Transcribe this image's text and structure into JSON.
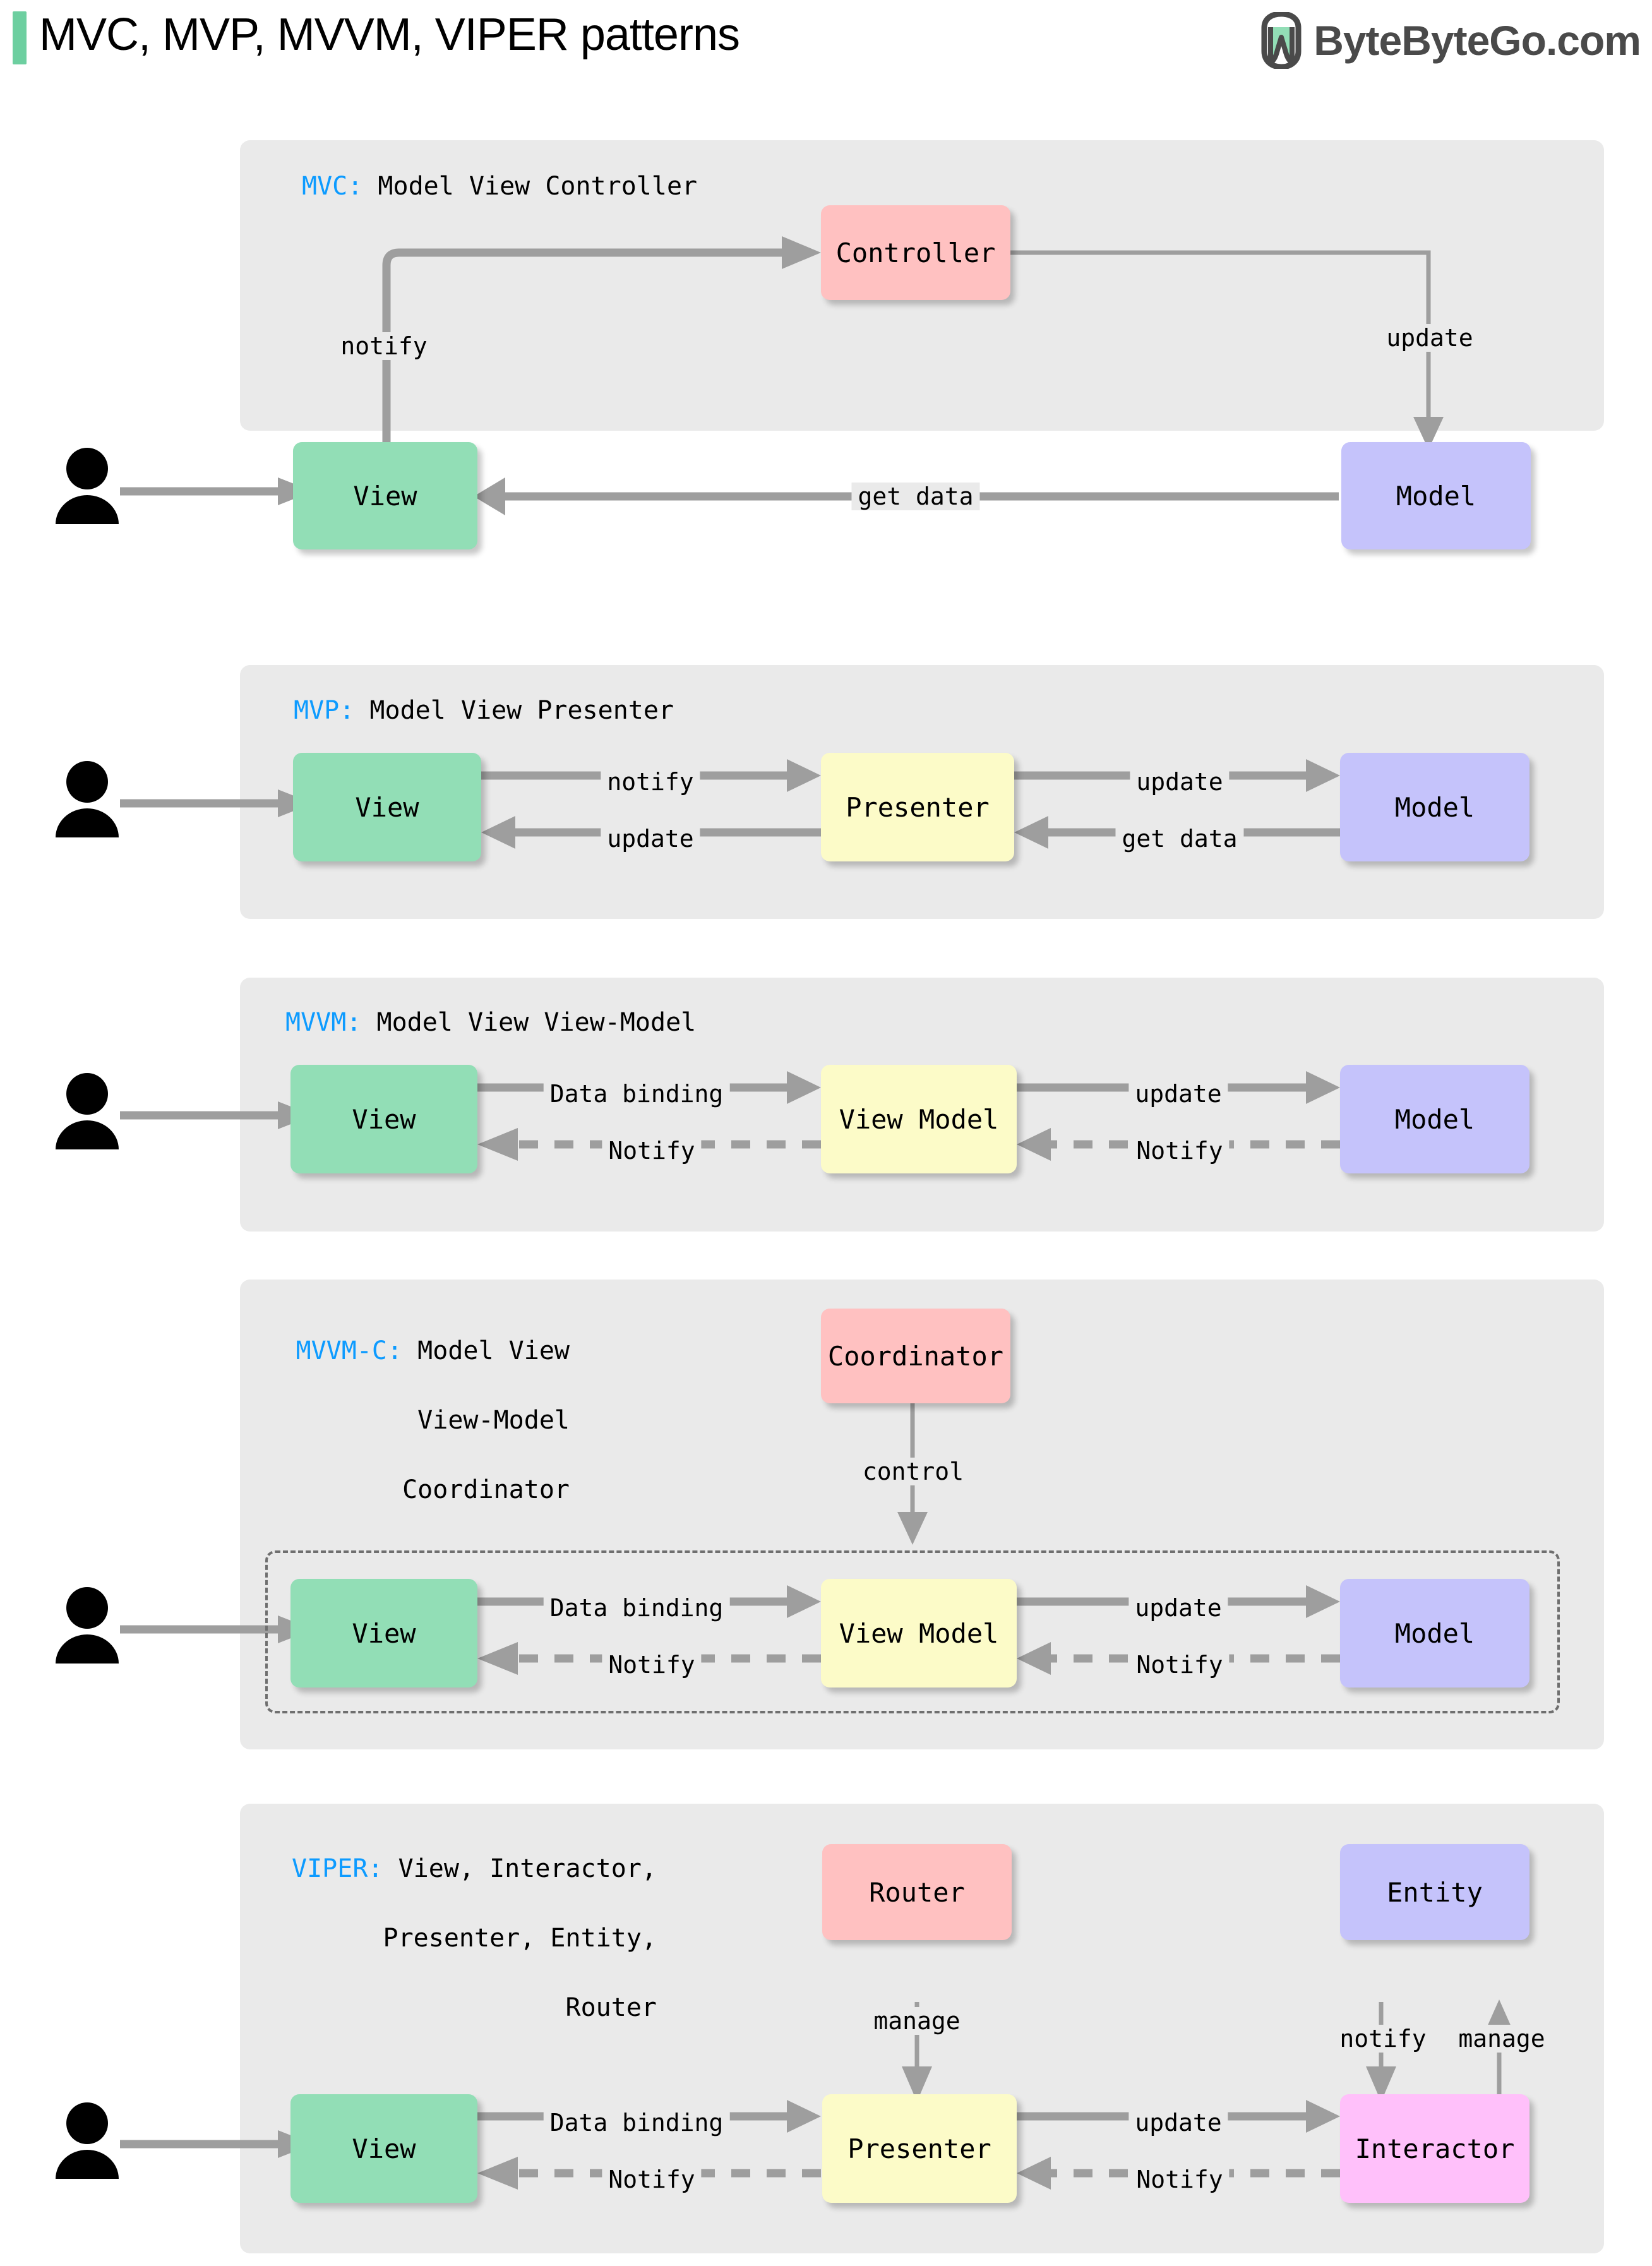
{
  "header": {
    "title": "MVC, MVP, MVVM, VIPER patterns",
    "accent_color": "#6DCFA0",
    "brand": "ByteByteGo.com",
    "brand_icon": "bytebytego-logo-icon"
  },
  "colors": {
    "panel_bg": "#EAEAEA",
    "view": "#92DEB6",
    "model": "#C5C3FB",
    "controller": "#FFC1C1",
    "presenter": "#FCFBC8",
    "interactor": "#FFC0FA",
    "keyword": "#0D9BFF",
    "arrow": "#9E9E9E"
  },
  "sections": [
    {
      "key": "mvc",
      "label_kw": "MVC:",
      "label_rest": " Model View Controller",
      "nodes": [
        {
          "name": "controller",
          "text": "Controller"
        },
        {
          "name": "view",
          "text": "View"
        },
        {
          "name": "model",
          "text": "Model"
        }
      ],
      "edges": [
        {
          "name": "view-to-controller",
          "label": "notify"
        },
        {
          "name": "controller-to-model",
          "label": "update"
        },
        {
          "name": "model-to-view",
          "label": "get data"
        },
        {
          "name": "user-to-view",
          "label": ""
        }
      ]
    },
    {
      "key": "mvp",
      "label_kw": "MVP:",
      "label_rest": " Model View Presenter",
      "nodes": [
        {
          "name": "view",
          "text": "View"
        },
        {
          "name": "presenter",
          "text": "Presenter"
        },
        {
          "name": "model",
          "text": "Model"
        }
      ],
      "edges": [
        {
          "name": "view-to-presenter",
          "label": "notify"
        },
        {
          "name": "presenter-to-model",
          "label": "update"
        },
        {
          "name": "presenter-to-view",
          "label": "update"
        },
        {
          "name": "model-to-presenter",
          "label": "get data"
        }
      ]
    },
    {
      "key": "mvvm",
      "label_kw": "MVVM:",
      "label_rest": " Model View View-Model",
      "nodes": [
        {
          "name": "view",
          "text": "View"
        },
        {
          "name": "view-model",
          "text": "View Model"
        },
        {
          "name": "model",
          "text": "Model"
        }
      ],
      "edges": [
        {
          "name": "view-to-viewmodel",
          "label": "Data binding"
        },
        {
          "name": "viewmodel-to-model",
          "label": "update"
        },
        {
          "name": "viewmodel-to-view",
          "label": "Notify"
        },
        {
          "name": "model-to-viewmodel",
          "label": "Notify"
        }
      ]
    },
    {
      "key": "mvvmc",
      "label_kw": "MVVM-C:",
      "label_rest": " Model View",
      "label_line2": "View-Model",
      "label_line3": "Coordinator",
      "nodes": [
        {
          "name": "coordinator",
          "text": "Coordinator"
        },
        {
          "name": "view",
          "text": "View"
        },
        {
          "name": "view-model",
          "text": "View Model"
        },
        {
          "name": "model",
          "text": "Model"
        }
      ],
      "edges": [
        {
          "name": "coordinator-to-group",
          "label": "control"
        },
        {
          "name": "view-to-viewmodel",
          "label": "Data binding"
        },
        {
          "name": "viewmodel-to-model",
          "label": "update"
        },
        {
          "name": "viewmodel-to-view",
          "label": "Notify"
        },
        {
          "name": "model-to-viewmodel",
          "label": "Notify"
        }
      ]
    },
    {
      "key": "viper",
      "label_kw": "VIPER:",
      "label_rest": " View, Interactor,",
      "label_line2": "Presenter, Entity,",
      "label_line3": "Router",
      "nodes": [
        {
          "name": "router",
          "text": "Router"
        },
        {
          "name": "entity",
          "text": "Entity"
        },
        {
          "name": "view",
          "text": "View"
        },
        {
          "name": "presenter",
          "text": "Presenter"
        },
        {
          "name": "interactor",
          "text": "Interactor"
        }
      ],
      "edges": [
        {
          "name": "router-to-presenter",
          "label": "manage"
        },
        {
          "name": "entity-to-interactor",
          "label": "notify"
        },
        {
          "name": "interactor-to-entity",
          "label": "manage"
        },
        {
          "name": "view-to-presenter",
          "label": "Data binding"
        },
        {
          "name": "presenter-to-interactor",
          "label": "update"
        },
        {
          "name": "presenter-to-view",
          "label": "Notify"
        },
        {
          "name": "interactor-to-presenter",
          "label": "Notify"
        }
      ]
    }
  ]
}
